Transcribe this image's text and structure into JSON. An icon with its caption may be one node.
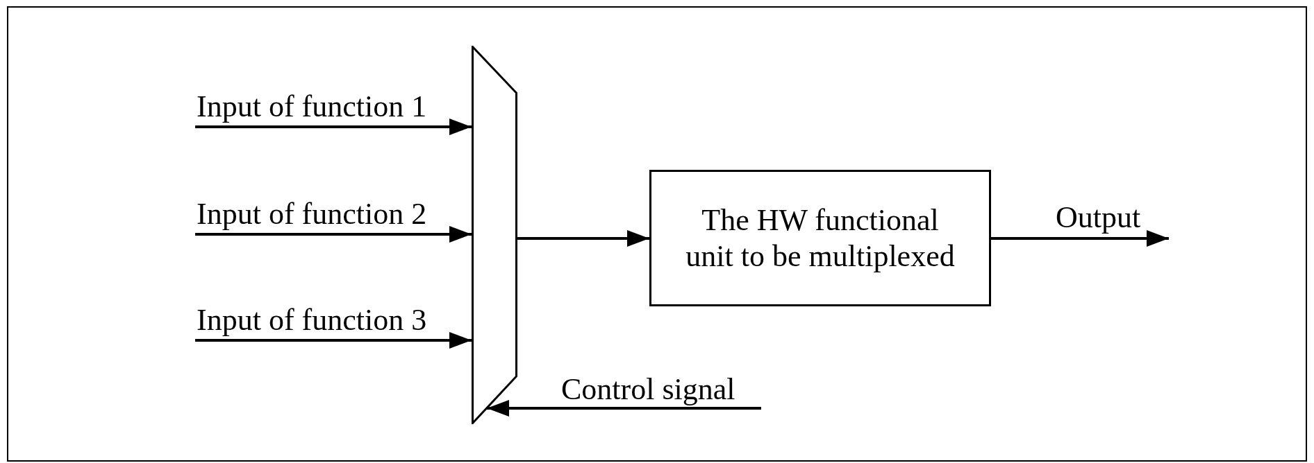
{
  "diagram": {
    "nodes": [
      {
        "text": [],
        "shape": "trapezoid"
      },
      {
        "text": [
          "The HW functional unit to be multiplexed"
        ]
      }
    ],
    "edges": [
      {
        "from": null,
        "to": 0,
        "arrow": "to",
        "label": "Input of function 1"
      },
      {
        "from": null,
        "to": 0,
        "arrow": "to",
        "label": "Input of function 2"
      },
      {
        "from": null,
        "to": 0,
        "arrow": "to",
        "label": "Input of function 3"
      },
      {
        "from": 0,
        "to": 1,
        "arrow": "to"
      },
      {
        "from": 1,
        "to": null,
        "arrow": "to",
        "label": "Output"
      },
      {
        "from": null,
        "to": 0,
        "arrow": "to",
        "label": "Control signal"
      }
    ]
  }
}
